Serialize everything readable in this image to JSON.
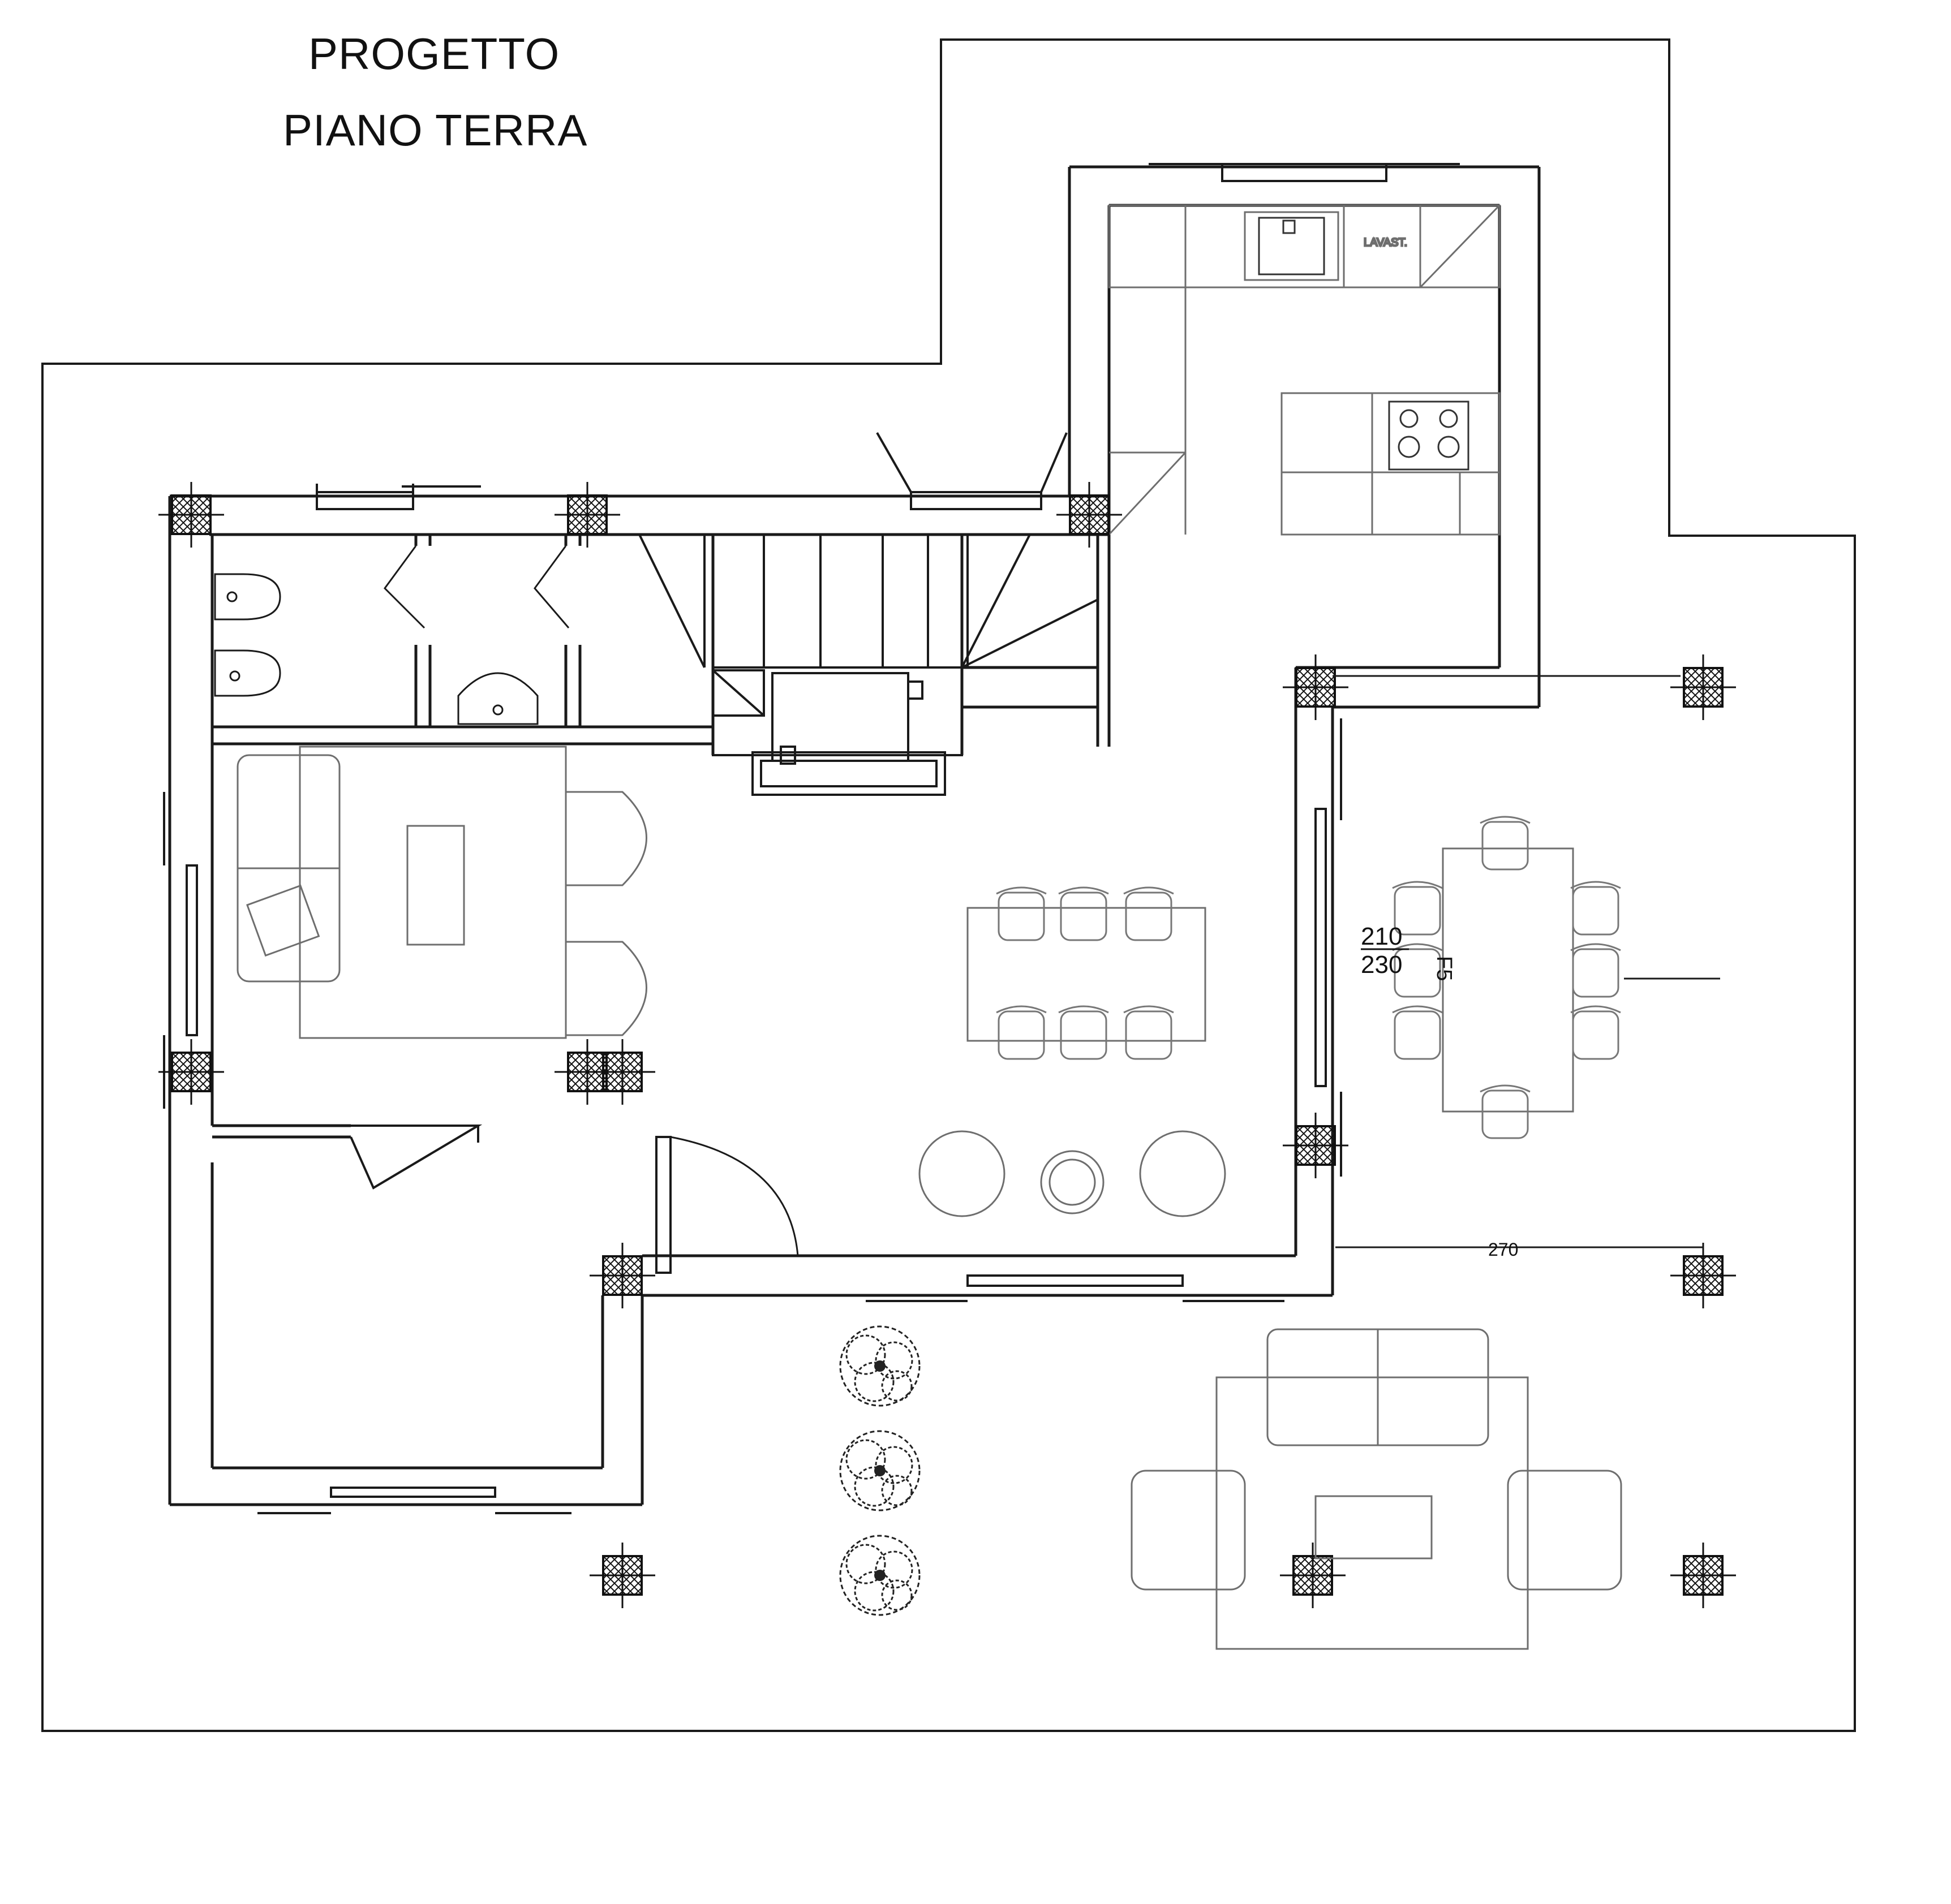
{
  "title": {
    "line1": "PROGETTO",
    "line2": "PIANO TERRA"
  },
  "labels": {
    "dishwasher": "LAVAST.",
    "window_width": "210",
    "window_height": "230",
    "window_code": "F5",
    "opening_width": "270"
  },
  "colors": {
    "line": "#1a1a1a",
    "furniture": "#6e6e6e",
    "background": "#ffffff"
  }
}
